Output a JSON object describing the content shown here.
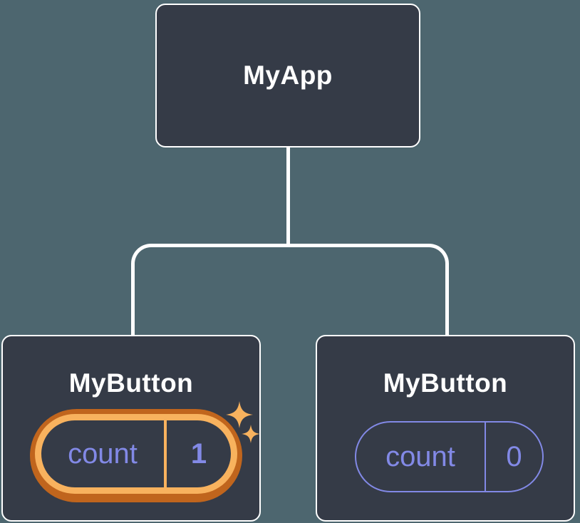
{
  "diagram": {
    "type": "component-tree",
    "root": {
      "label": "MyApp"
    },
    "children": [
      {
        "label": "MyButton",
        "state": {
          "key": "count",
          "value": "1"
        },
        "highlighted": true,
        "icon": "sparkle-icon"
      },
      {
        "label": "MyButton",
        "state": {
          "key": "count",
          "value": "0"
        },
        "highlighted": false
      }
    ]
  },
  "colors": {
    "background": "#4d666f",
    "card": "#353b47",
    "line": "#ffffff",
    "accent": "#8289e6",
    "highlight": "#f8b25e",
    "highlight-dark": "#c0651d"
  }
}
